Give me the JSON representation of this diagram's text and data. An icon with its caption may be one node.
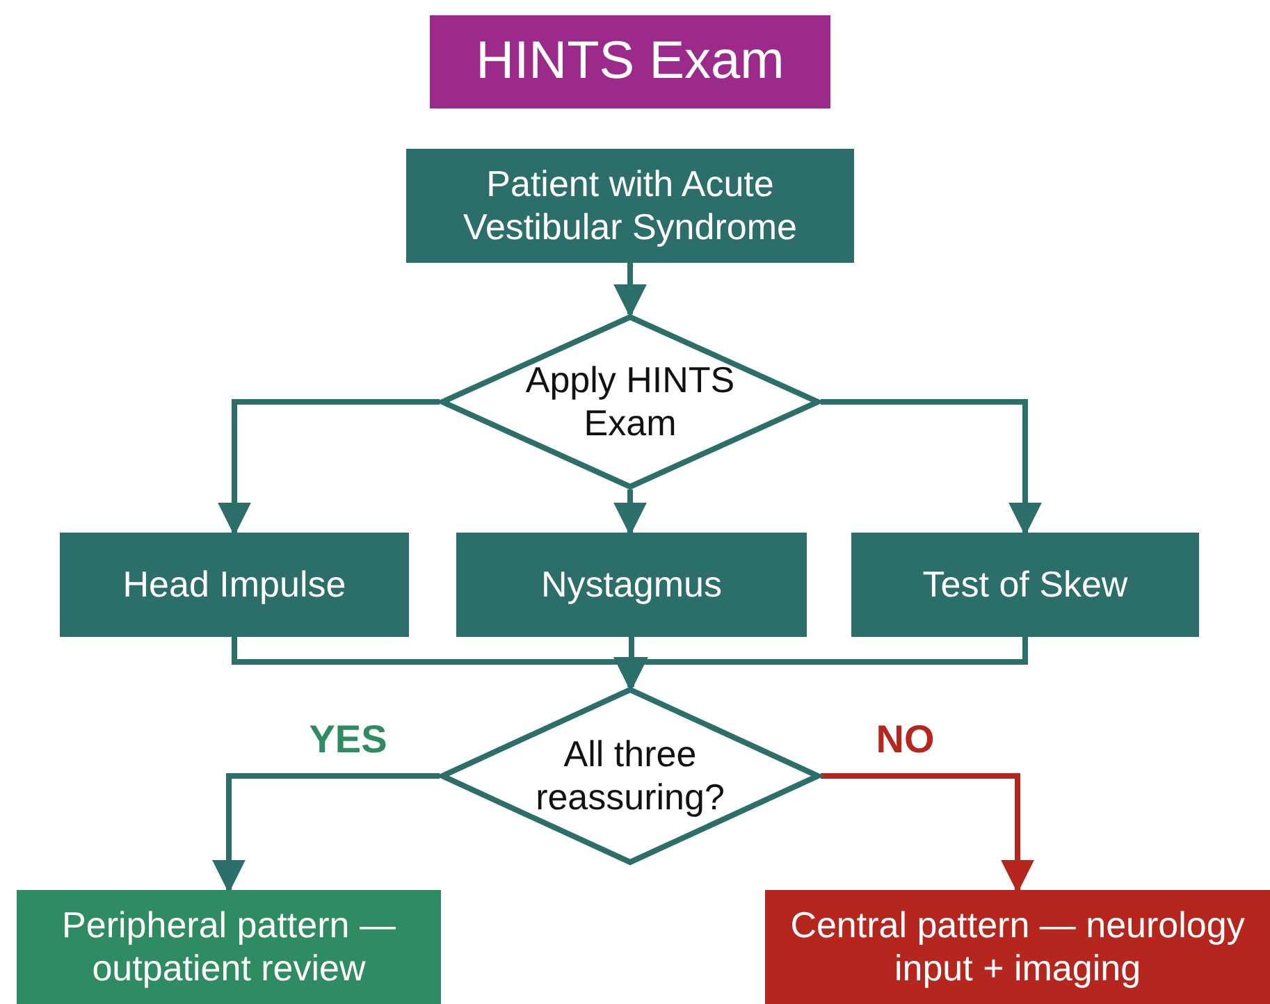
{
  "diagram": {
    "title": "HINTS Exam",
    "nodes": [
      {
        "text": [
          "Patient with Acute Vestibular Syndrome"
        ]
      },
      {
        "text": [
          "Apply HINTS Exam"
        ]
      },
      {
        "text": [
          "Head Impulse"
        ]
      },
      {
        "text": [
          "Nystagmus"
        ]
      },
      {
        "text": [
          "Test of Skew"
        ]
      },
      {
        "text": [
          "All three reassuring?"
        ]
      },
      {
        "text": [
          "Peripheral pattern — outpatient review"
        ]
      },
      {
        "text": [
          "Central pattern — neurology input + imaging"
        ]
      }
    ],
    "edges": [
      {
        "from": 0,
        "to": 1,
        "arrow": "to"
      },
      {
        "from": 1,
        "to": 2,
        "arrow": "to"
      },
      {
        "from": 1,
        "to": 3,
        "arrow": "to"
      },
      {
        "from": 1,
        "to": 4,
        "arrow": "to"
      },
      {
        "from": 2,
        "to": 5,
        "arrow": "to"
      },
      {
        "from": 3,
        "to": 5,
        "arrow": "to"
      },
      {
        "from": 4,
        "to": 5,
        "arrow": "to"
      },
      {
        "from": 5,
        "to": 6,
        "arrow": "to",
        "label": "YES"
      },
      {
        "from": 5,
        "to": 7,
        "arrow": "to",
        "label": "NO",
        "color": "#b5261e"
      }
    ]
  }
}
